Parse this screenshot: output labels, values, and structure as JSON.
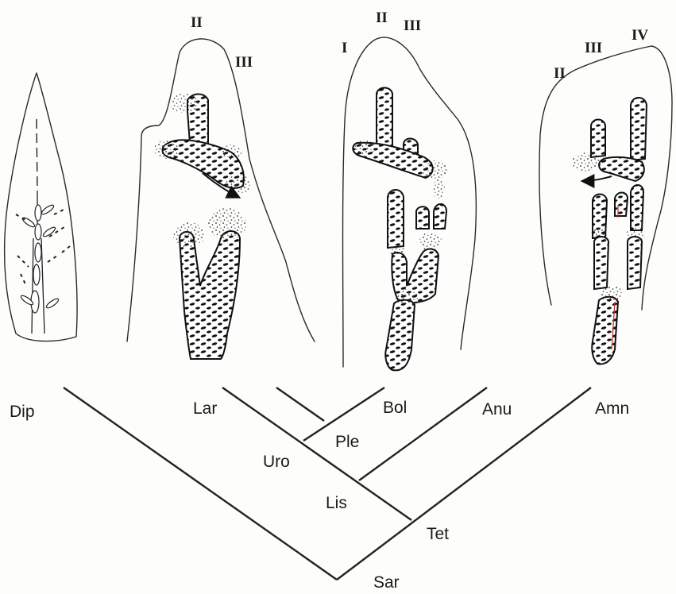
{
  "limbs": [
    {
      "id": "dipnoan-fin",
      "digit_labels": []
    },
    {
      "id": "larval-salamander-limb",
      "digit_labels": [
        "II",
        "III"
      ]
    },
    {
      "id": "bolitoglossine-limb",
      "digit_labels": [
        "I",
        "II",
        "III"
      ]
    },
    {
      "id": "amniote-limb",
      "digit_labels": [
        "II",
        "III",
        "IV"
      ]
    }
  ],
  "cladogram": {
    "taxa": [
      "Dip",
      "Lar",
      "Bol",
      "Anu",
      "Amn"
    ],
    "internal_nodes": [
      "Ple",
      "Uro",
      "Lis",
      "Tet",
      "Sar"
    ]
  },
  "colors": {
    "ink": "#1a1a1a",
    "paper": "#fdfdfb",
    "trace": "#c0392b"
  }
}
